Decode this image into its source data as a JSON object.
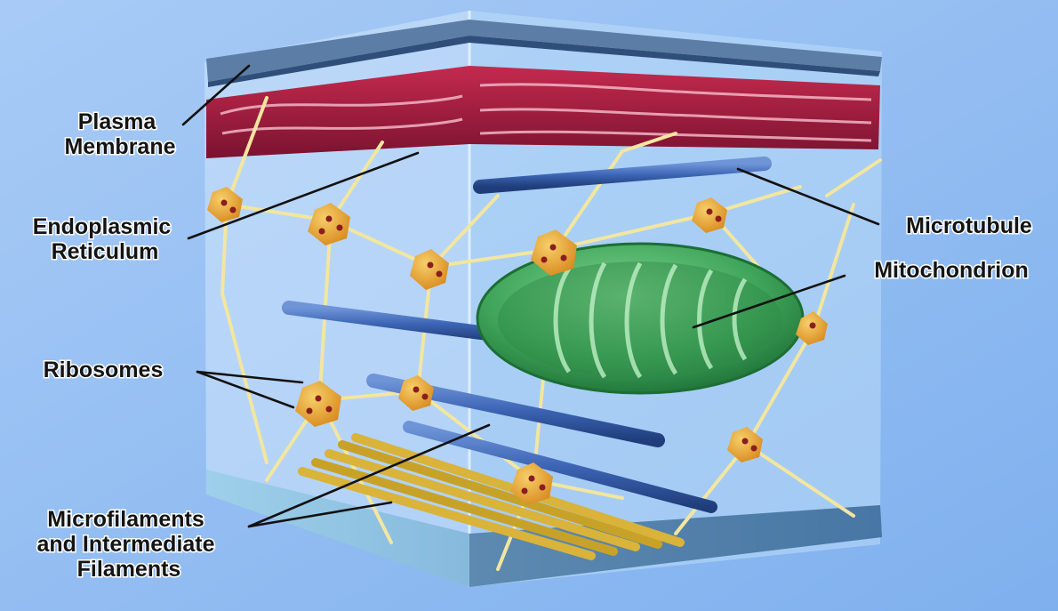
{
  "diagram": {
    "labels": {
      "plasma_membrane": [
        "Plasma",
        "Membrane"
      ],
      "endoplasmic_reticulum": [
        "Endoplasmic",
        "Reticulum"
      ],
      "ribosomes": "Ribosomes",
      "filaments": [
        "Microfilaments",
        "and Intermediate",
        "Filaments"
      ],
      "microtubule": "Microtubule",
      "mitochondrion": "Mitochondrion"
    },
    "colors": {
      "background": "#8fb9f2",
      "membrane": "#6d8fb0",
      "endoplasmic_reticulum": "#a01c3c",
      "microtubule": "#3c64b4",
      "mitochondrion": "#3fa55a",
      "ribosome_cell": "#e4a436",
      "filament": "#f2e6a0",
      "microfilament_bundle": "#c8a228"
    }
  }
}
